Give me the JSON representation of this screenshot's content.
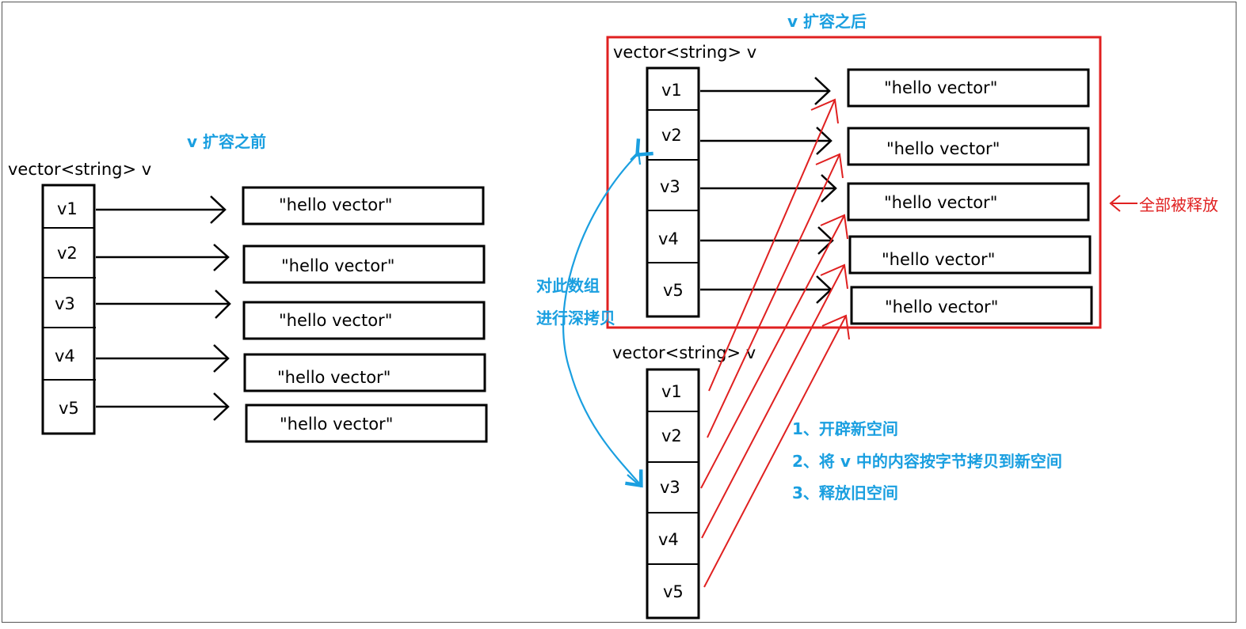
{
  "titles": {
    "before": "v 扩容之前",
    "after": "v 扩容之后"
  },
  "vector_decl": "vector<string> v",
  "cells": [
    "v1",
    "v2",
    "v3",
    "v4",
    "v5"
  ],
  "string_value": "\"hello vector\"",
  "deep_copy_note": [
    "对此数组",
    "进行深拷贝"
  ],
  "released_note": "全部被释放",
  "steps": [
    "1、开辟新空间",
    "2、将 v 中的内容按字节拷贝到新空间",
    "3、释放旧空间"
  ],
  "colors": {
    "accent_blue": "#1a9fe0",
    "highlight_red": "#e02020",
    "ink": "#000000"
  }
}
